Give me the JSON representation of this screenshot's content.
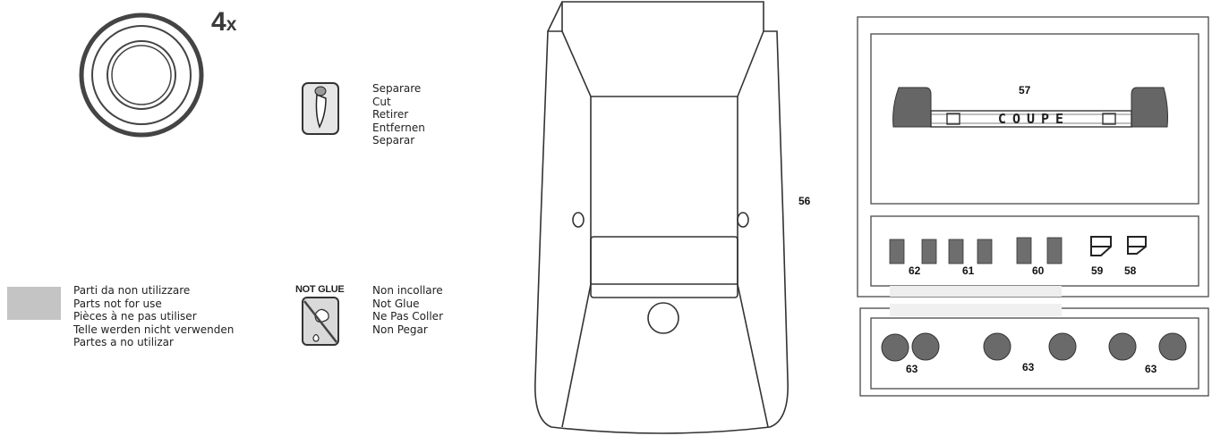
{
  "quantity_badge": {
    "number": "4",
    "suffix": "x"
  },
  "cut_legend": {
    "lines": [
      "Separare",
      "Cut",
      "Retirer",
      "Entfernen",
      "Separar"
    ]
  },
  "unused_parts_legend": {
    "swatch_color": "#c4c4c4",
    "lines": [
      "Parti da non utilizzare",
      "Parts not for use",
      "Pièces à ne pas utiliser",
      "Telle werden nicht verwenden",
      "Partes a no utilizar"
    ]
  },
  "no_glue_legend": {
    "badge": "NOT GLUE",
    "lines": [
      "Non incollare",
      "Not Glue",
      "Ne Pas Coller",
      "Non Pegar"
    ]
  },
  "parts": {
    "body_part": "56",
    "decal_top": "57",
    "decal_text": "COUPE",
    "small_parts": [
      "62",
      "61",
      "60",
      "59",
      "58"
    ],
    "round_parts": [
      "63",
      "63",
      "63"
    ]
  }
}
